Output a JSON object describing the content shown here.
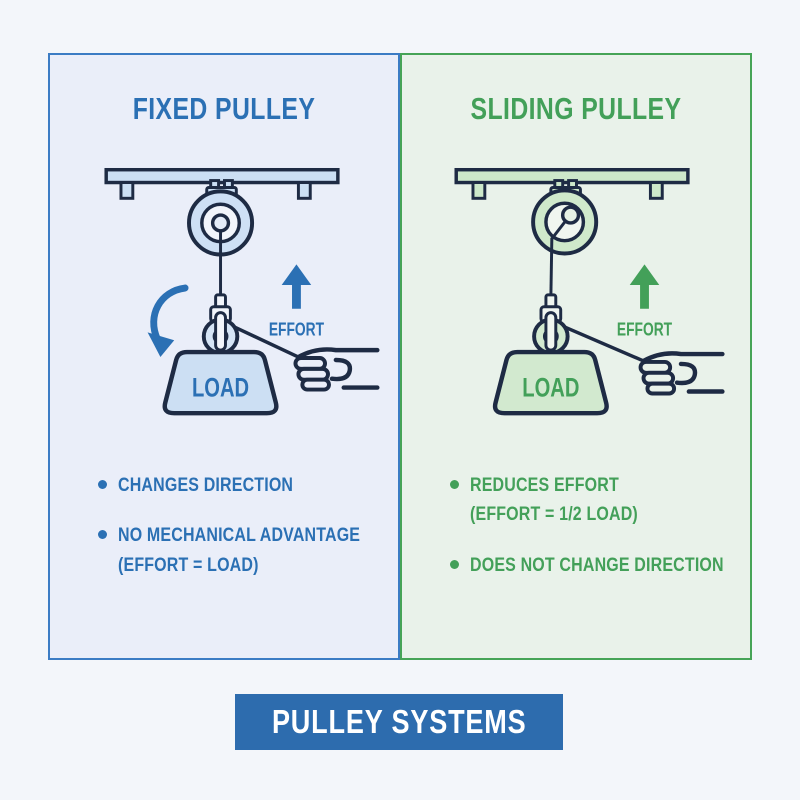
{
  "page": {
    "background": "#F3F6FA",
    "outline_color": "#1E2B44"
  },
  "banner": {
    "label": "PULLEY SYSTEMS",
    "bg": "#2D6CAE",
    "text_color": "#FFFFFF"
  },
  "panels": {
    "left": {
      "title": "FIXED PULLEY",
      "accent": "#2B70B4",
      "border": "#3B7CC4",
      "background": "#EAEEF9",
      "fill_light": "#CBDFF4",
      "effort_label": "EFFORT",
      "load_label": "LOAD",
      "bullets": [
        {
          "lines": [
            "CHANGES DIRECTION"
          ]
        },
        {
          "lines": [
            "NO MECHANICAL ADVANTAGE",
            "(EFFORT = LOAD)"
          ]
        }
      ]
    },
    "right": {
      "title": "SLIDING PULLEY",
      "accent": "#43A059",
      "border": "#46A457",
      "background": "#E9F2EA",
      "fill_light": "#CDE8CA",
      "effort_label": "EFFORT",
      "load_label": "LOAD",
      "bullets": [
        {
          "lines": [
            "REDUCES EFFORT",
            "(EFFORT = 1/2 LOAD)"
          ]
        },
        {
          "lines": [
            "DOES NOT CHANGE DIRECTION"
          ]
        }
      ]
    }
  }
}
